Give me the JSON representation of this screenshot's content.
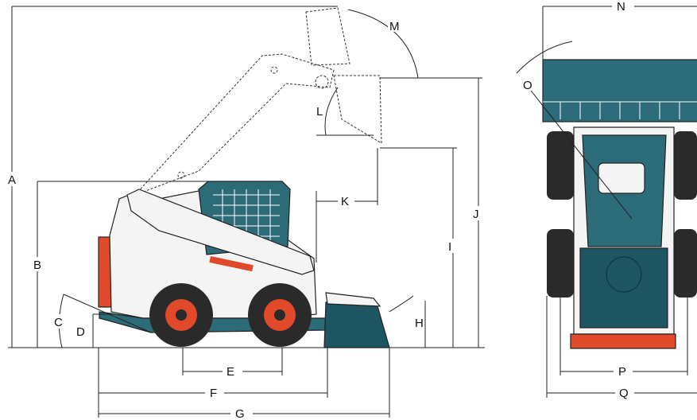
{
  "labels": {
    "A": "A",
    "B": "B",
    "C": "C",
    "D": "D",
    "E": "E",
    "F": "F",
    "G": "G",
    "H": "H",
    "I": "I",
    "J": "J",
    "K": "K",
    "L": "L",
    "M": "M",
    "N": "N",
    "O": "O",
    "P": "P",
    "Q": "Q"
  },
  "colors": {
    "body_teal": "#2c6b78",
    "accent_red": "#e04a2a",
    "frame_white": "#f4f4f4",
    "tire_black": "#2a2a2a"
  }
}
